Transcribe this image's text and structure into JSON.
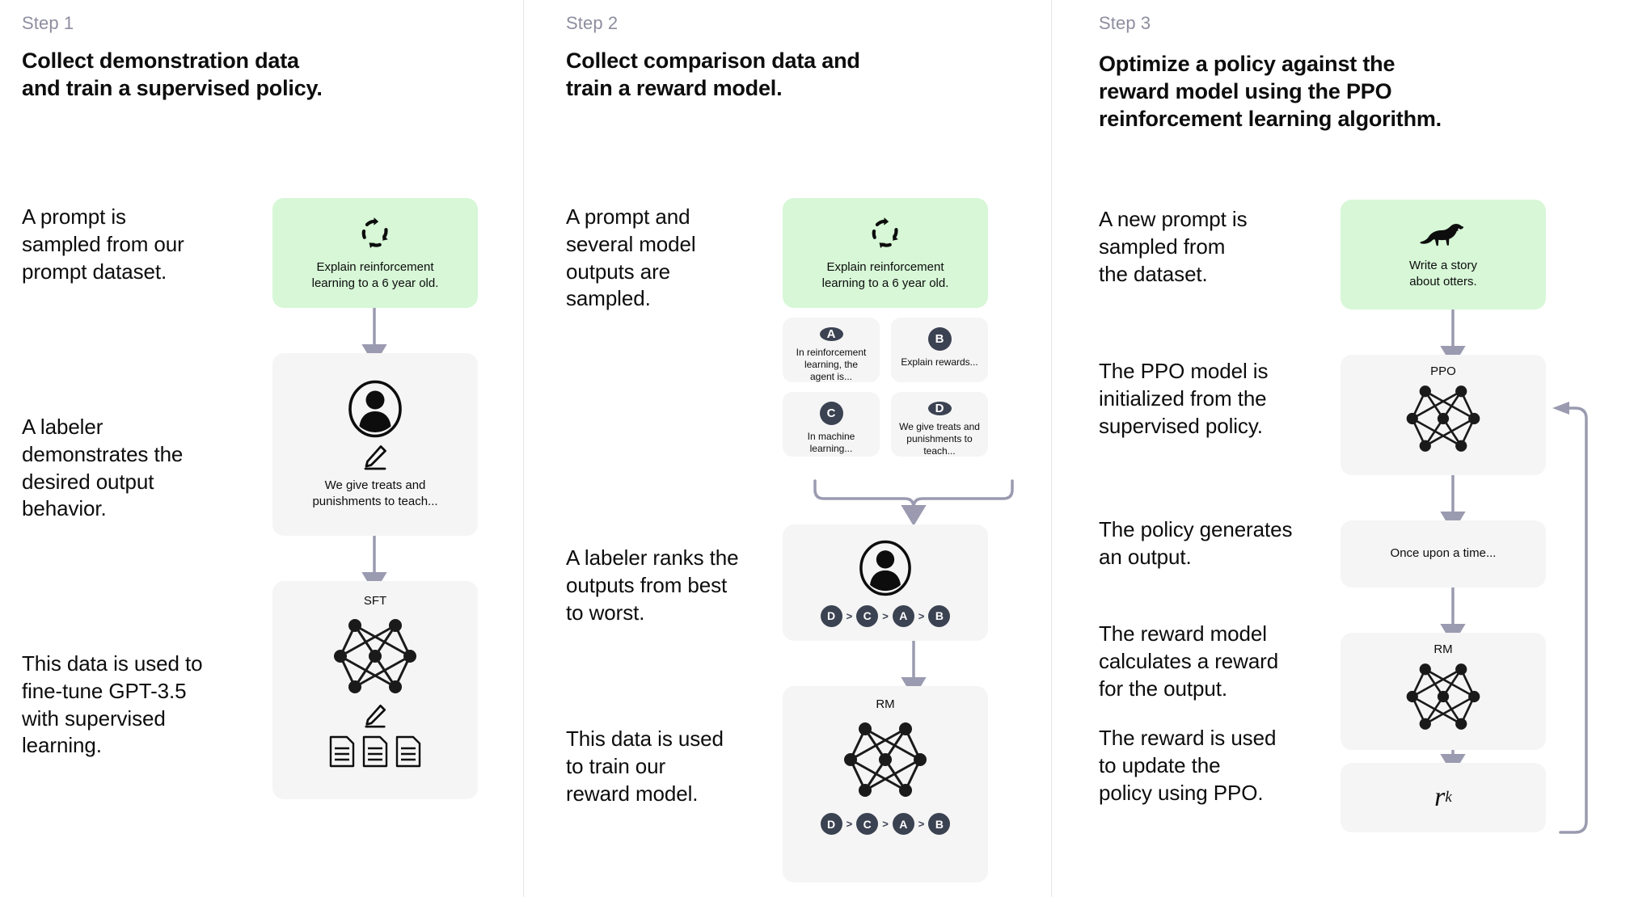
{
  "columns": [
    {
      "step_label": "Step 1",
      "step_title": "Collect demonstration data\nand train a supervised policy.",
      "captions": [
        "A prompt is\nsampled from our\nprompt dataset.",
        "A labeler\ndemonstrates the\ndesired output\nbehavior.",
        "This data is used to\nfine-tune GPT-3.5\nwith supervised\nlearning."
      ],
      "cards": [
        {
          "kind": "prompt",
          "color": "#d7f7d7",
          "icon": "recycle-icon",
          "text": "Explain reinforcement\nlearning to a 6 year old."
        },
        {
          "kind": "labeler",
          "color": "#f5f5f5",
          "icon": "person-circle-icon",
          "icon2": "pencil-icon",
          "text": "We give treats and\npunishments to teach..."
        },
        {
          "kind": "model",
          "color": "#f5f5f5",
          "title": "SFT",
          "icon": "neural-net-icon",
          "icon2": "pencil-icon",
          "icon3": "documents-icon"
        }
      ]
    },
    {
      "step_label": "Step 2",
      "step_title": "Collect comparison data and\ntrain a reward model.",
      "captions": [
        "A prompt and\nseveral model\noutputs are\nsampled.",
        "A labeler ranks the\noutputs from best\nto worst.",
        "This data is used\nto train our\nreward model."
      ],
      "cards": [
        {
          "kind": "prompt",
          "color": "#d7f7d7",
          "icon": "recycle-icon",
          "text": "Explain reinforcement\nlearning to a 6 year old."
        },
        {
          "kind": "labeler-rank",
          "color": "#f5f5f5",
          "icon": "person-circle-icon"
        },
        {
          "kind": "model",
          "color": "#f5f5f5",
          "title": "RM",
          "icon": "neural-net-icon"
        }
      ],
      "options": [
        {
          "badge": "A",
          "text": "In reinforcement\nlearning, the\nagent is..."
        },
        {
          "badge": "B",
          "text": "Explain rewards..."
        },
        {
          "badge": "C",
          "text": "In machine\nlearning..."
        },
        {
          "badge": "D",
          "text": "We give treats and\npunishments to\nteach..."
        }
      ],
      "ranking": [
        "D",
        "C",
        "A",
        "B"
      ],
      "ranking_separator": ">"
    },
    {
      "step_label": "Step 3",
      "step_title": "Optimize a policy against the\nreward model using the PPO\nreinforcement learning algorithm.",
      "captions": [
        "A new prompt is\nsampled from\nthe dataset.",
        "The PPO model is\ninitialized from the\nsupervised policy.",
        "The policy generates\nan output.",
        "The reward model\ncalculates a reward\nfor the output.",
        "The reward is used\nto update the\npolicy using PPO."
      ],
      "cards": [
        {
          "kind": "prompt",
          "color": "#d7f7d7",
          "icon": "otter-icon",
          "text": "Write a story\nabout otters."
        },
        {
          "kind": "model",
          "color": "#f5f5f5",
          "title": "PPO",
          "icon": "neural-net-icon"
        },
        {
          "kind": "output",
          "color": "#f5f5f5",
          "text": "Once upon a time..."
        },
        {
          "kind": "model",
          "color": "#f5f5f5",
          "title": "RM",
          "icon": "neural-net-icon"
        },
        {
          "kind": "reward",
          "color": "#f5f5f5",
          "symbol": "r",
          "subscript": "k"
        }
      ]
    }
  ],
  "colors": {
    "prompt_card": "#d7f7d7",
    "model_card": "#f5f5f5",
    "badge": "#3b4252",
    "arrow": "#9a9ab0",
    "divider": "#e6e6e6",
    "step_label": "#8e8ea0",
    "text": "#0d0d0d"
  }
}
